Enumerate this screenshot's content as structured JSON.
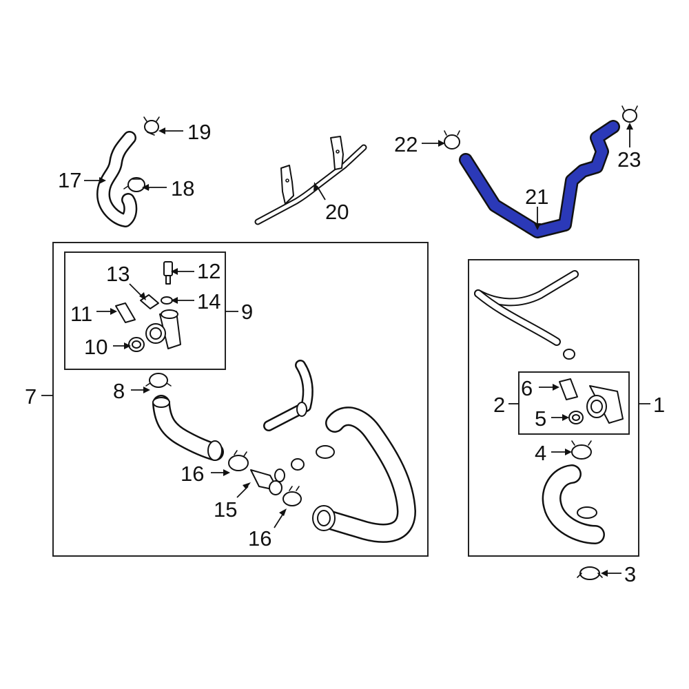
{
  "diagram": {
    "highlight_color": "#2b39b8",
    "line_color": "#111111",
    "background": "#ffffff",
    "callouts": {
      "c1": "1",
      "c2": "2",
      "c3": "3",
      "c4": "4",
      "c5": "5",
      "c6": "6",
      "c7": "7",
      "c8": "8",
      "c9": "9",
      "c10": "10",
      "c11": "11",
      "c12": "12",
      "c13": "13",
      "c14": "14",
      "c15": "15",
      "c16a": "16",
      "c16b": "16",
      "c17": "17",
      "c18": "18",
      "c19": "19",
      "c20": "20",
      "c21": "21",
      "c22": "22",
      "c23": "23"
    }
  }
}
